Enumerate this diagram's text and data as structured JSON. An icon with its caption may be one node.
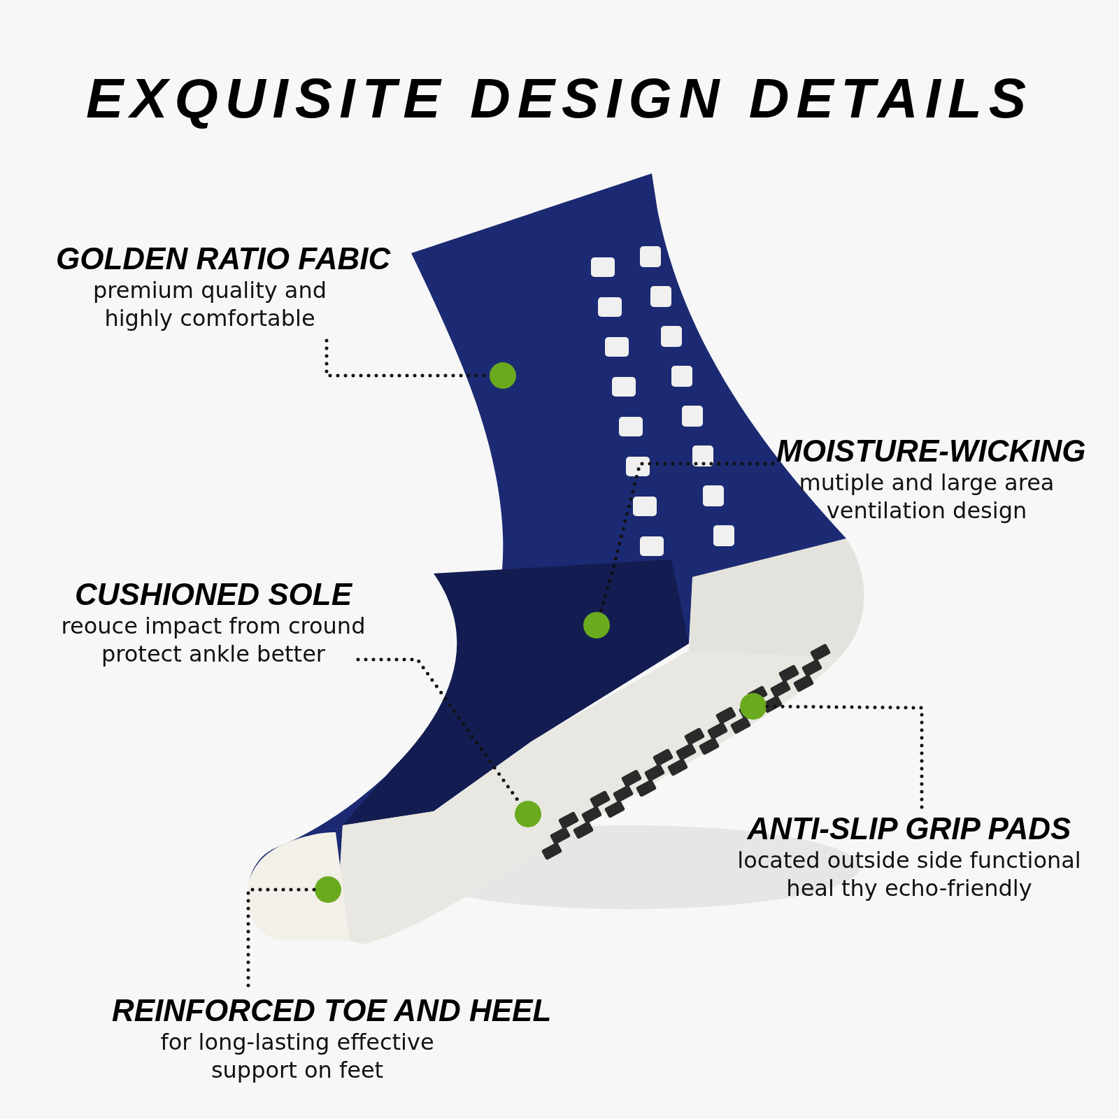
{
  "diagram": {
    "title": "EXQUISITE DESIGN DETAILS",
    "nodes": [
      {
        "text": [
          "GOLDEN RATIO FABIC",
          "premium quality and highly comfortable"
        ]
      },
      {
        "text": [],
        "shape": "circle"
      },
      {
        "text": [
          "MOISTURE-WICKING",
          "mutiple and large area ventilation design"
        ]
      },
      {
        "text": [],
        "shape": "circle"
      },
      {
        "text": [
          "CUSHIONED SOLE",
          "reouce impact from cround protect ankle better"
        ]
      },
      {
        "text": [],
        "shape": "circle"
      },
      {
        "text": [
          "ANTI-SLIP GRIP PADS",
          "located outside side functional heal thy echo-friendly"
        ]
      },
      {
        "text": [],
        "shape": "circle"
      },
      {
        "text": [
          "REINFORCED TOE AND HEEL",
          "for long-lasting effective support on feet"
        ]
      },
      {
        "text": [],
        "shape": "circle"
      }
    ],
    "edges": [
      {
        "from": 0,
        "to": 1,
        "arrow": "none",
        "style": "dashed"
      },
      {
        "from": 2,
        "to": 3,
        "arrow": "none",
        "style": "dashed"
      },
      {
        "from": 4,
        "to": 5,
        "arrow": "none",
        "style": "dashed"
      },
      {
        "from": 7,
        "to": 6,
        "arrow": "none",
        "style": "dashed"
      },
      {
        "from": 9,
        "to": 8,
        "arrow": "none",
        "style": "dashed"
      }
    ]
  }
}
